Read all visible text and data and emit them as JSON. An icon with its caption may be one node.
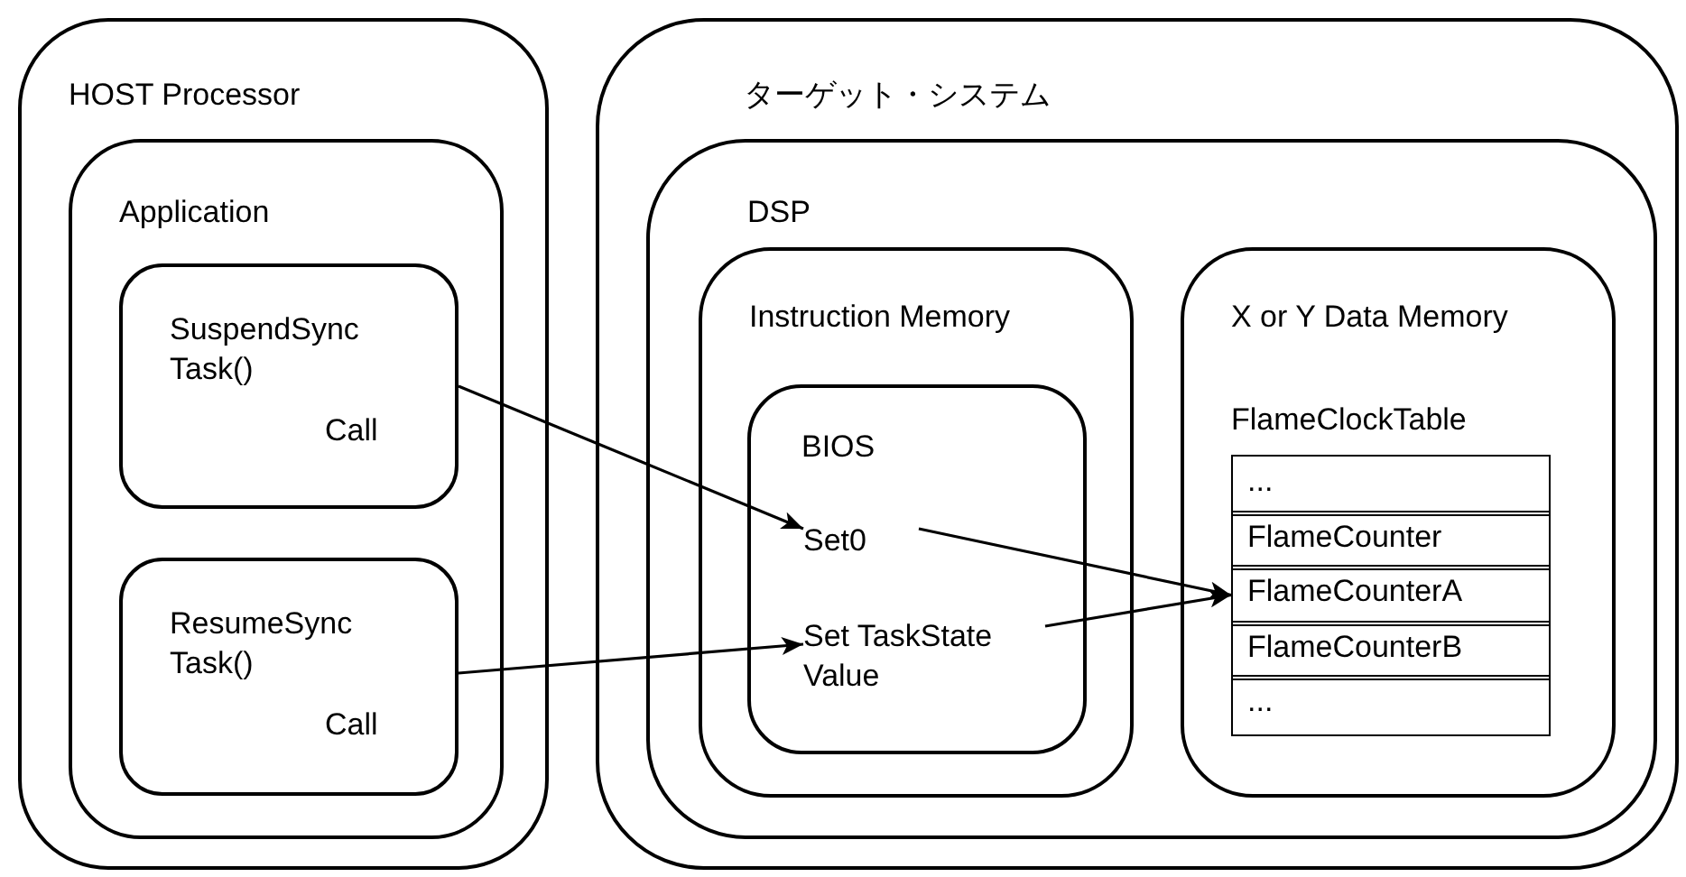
{
  "diagram": {
    "nodes": [
      {
        "text": [
          "HOST Processor"
        ]
      },
      {
        "text": [
          "Application"
        ],
        "in": 0
      },
      {
        "text": [
          "SuspendSync Task()",
          "Call"
        ],
        "in": 1
      },
      {
        "text": [
          "ResumeSync Task()",
          "Call"
        ],
        "in": 1
      },
      {
        "text": [
          "ターゲット・システム"
        ]
      },
      {
        "text": [
          "DSP"
        ],
        "in": 4
      },
      {
        "text": [
          "Instruction Memory"
        ],
        "in": 5
      },
      {
        "text": [
          "BIOS"
        ],
        "in": 6
      },
      {
        "text": [
          "Set0"
        ],
        "in": 7
      },
      {
        "text": [
          "Set TaskState Value"
        ],
        "in": 7
      },
      {
        "text": [
          "X or Y Data Memory"
        ],
        "in": 5
      },
      {
        "text": [
          "FlameClockTable"
        ],
        "in": 10
      },
      {
        "text": [
          "..."
        ],
        "in": 11
      },
      {
        "text": [
          "FlameCounter"
        ],
        "in": 11
      },
      {
        "text": [
          "FlameCounterA"
        ],
        "in": 11
      },
      {
        "text": [
          "FlameCounterB"
        ],
        "in": 11
      },
      {
        "text": [
          "..."
        ],
        "in": 11
      }
    ],
    "edges": [
      {
        "from": 2,
        "to": 8,
        "arrow": "to"
      },
      {
        "from": 3,
        "to": 9,
        "arrow": "to"
      },
      {
        "from": 8,
        "to": 14,
        "arrow": "to"
      },
      {
        "from": 9,
        "to": 14,
        "arrow": "to"
      }
    ]
  }
}
